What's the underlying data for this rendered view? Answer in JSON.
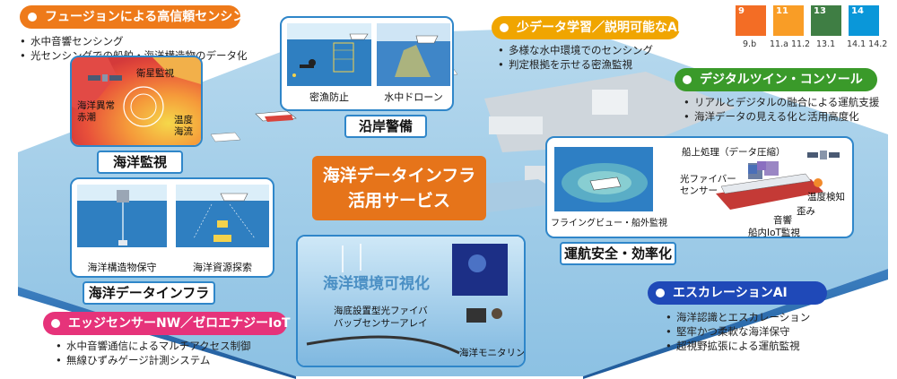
{
  "fusion": {
    "title": "フュージョンによる高信頼センシング",
    "color": "#ee7a1a",
    "bullets": [
      "水中音響センシング",
      "光センシングでの船舶・海洋構造物のデータ化"
    ]
  },
  "small_data": {
    "title": "少データ学習／説明可能なAI",
    "color": "#f0a500",
    "bullets": [
      "多様な水中環境でのセンシング",
      "判定根拠を示せる密漁監視"
    ]
  },
  "digital_twin": {
    "title": "デジタルツイン・コンソール",
    "color": "#3a9a2a",
    "bullets": [
      "リアルとデジタルの融合による運航支援",
      "海洋データの見える化と活用高度化"
    ]
  },
  "escalation": {
    "title": "エスカレーションAI",
    "color": "#1f49b8",
    "bullets": [
      "海洋認識とエスカレーション",
      "堅牢かつ柔軟な海洋保守",
      "超視野拡張による運航監視"
    ]
  },
  "edge": {
    "title": "エッジセンサーNW／ゼロエナジーIoT",
    "color": "#e6337a",
    "bullets": [
      "水中音響通信によるマルチアクセス制御",
      "無線ひずみゲージ計測システム"
    ]
  },
  "center": {
    "line1": "海洋データインフラ",
    "line2": "活用サービス",
    "color": "#e6741a"
  },
  "ocean_monitoring": {
    "label": "海洋監視",
    "satellite": "衛星監視",
    "anomaly_line1": "海洋異常",
    "anomaly_line2": "赤潮",
    "temp_line1": "温度",
    "temp_line2": "海流"
  },
  "coastal": {
    "label": "沿岸警備",
    "img1": "密漁防止",
    "img2": "水中ドローン"
  },
  "infra": {
    "label": "海洋データインフラ",
    "img1": "海洋構造物保守",
    "img2": "海洋資源探索"
  },
  "navigation": {
    "label": "運航安全・効率化",
    "onboard": "船上処理（データ圧縮）",
    "fiber_line1": "光ファイバー",
    "fiber_line2": "センサー",
    "temp": "温度検知",
    "strain": "歪み",
    "sound": "音響",
    "flying": "フライングビュー・船外監視",
    "iot": "船内IoT監視"
  },
  "visualization": {
    "title": "海洋環境可視化",
    "fiber_line1": "海底設置型光ファイバ",
    "fiber_line2": "バッブセンサーアレイ",
    "monitoring": "海洋モニタリング"
  },
  "sdgs": [
    {
      "num": "9.b",
      "color": "#f36d25",
      "n": "9"
    },
    {
      "num": "11.a 11.2",
      "color": "#f99d26",
      "n": "11"
    },
    {
      "num": "13.1",
      "color": "#3f7e44",
      "n": "13"
    },
    {
      "num": "14.1 14.2",
      "color": "#0a97d9",
      "n": "14"
    }
  ]
}
